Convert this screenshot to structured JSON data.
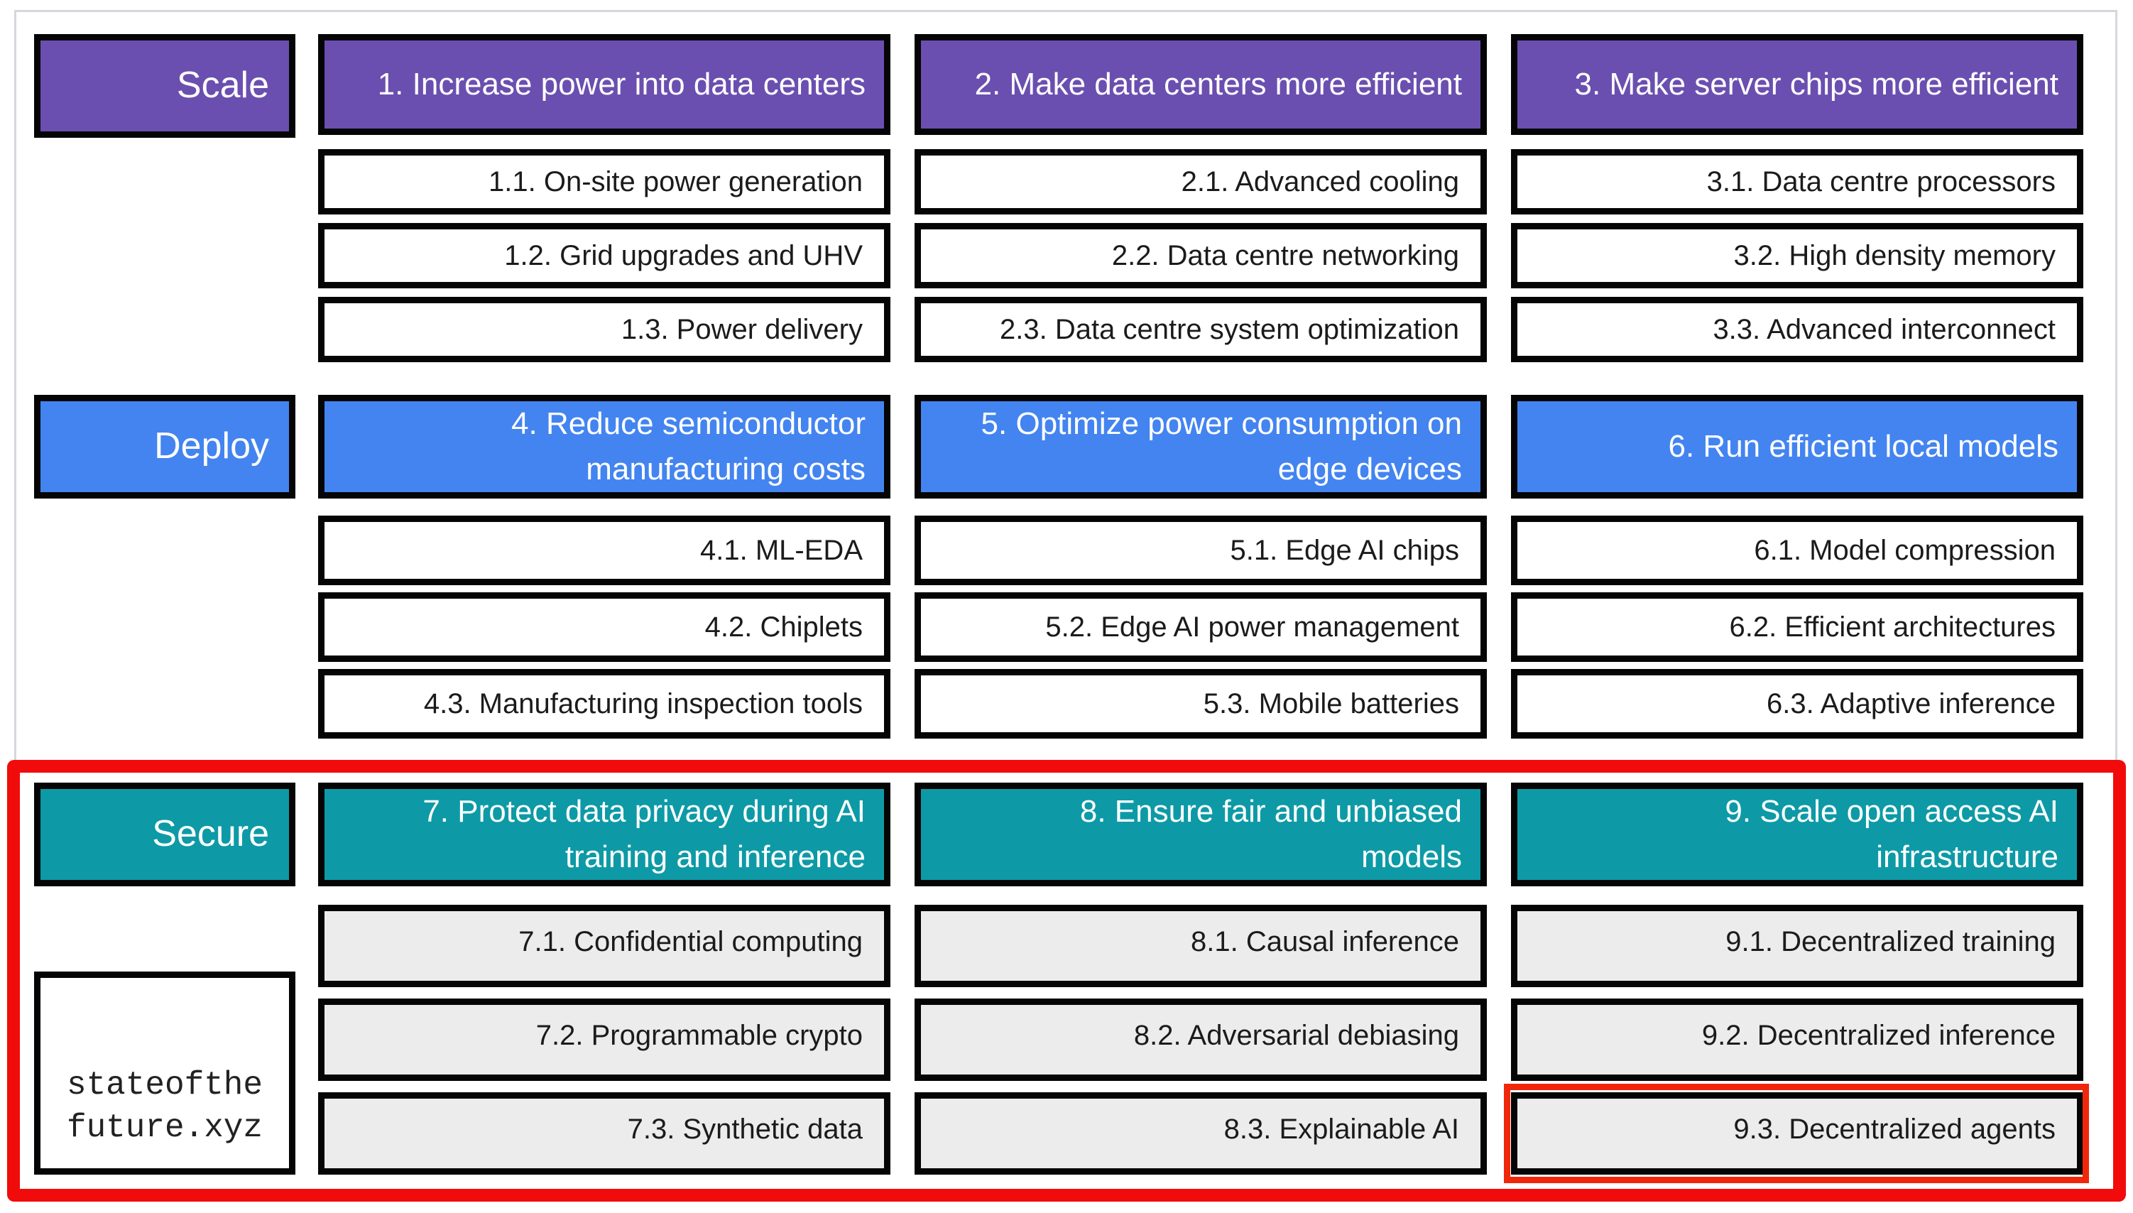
{
  "colors": {
    "scale": "#6a4fb0",
    "deploy": "#4384f0",
    "secure": "#0d9aa6",
    "highlight": "#f20b0b"
  },
  "rows": [
    {
      "label": "Scale",
      "color_key": "scale",
      "alt": false,
      "columns": [
        {
          "header": "1. Increase power into data centers",
          "items": [
            "1.1. On-site power generation",
            "1.2. Grid upgrades and UHV",
            "1.3. Power delivery"
          ]
        },
        {
          "header": "2. Make data centers more efficient",
          "items": [
            "2.1. Advanced cooling",
            "2.2. Data centre networking",
            "2.3. Data centre system optimization"
          ]
        },
        {
          "header": "3. Make server chips more efficient",
          "items": [
            "3.1. Data centre processors",
            "3.2. High density memory",
            "3.3. Advanced interconnect"
          ]
        }
      ]
    },
    {
      "label": "Deploy",
      "color_key": "deploy",
      "alt": false,
      "columns": [
        {
          "header": "4. Reduce semiconductor\nmanufacturing costs",
          "items": [
            "4.1. ML-EDA",
            "4.2. Chiplets",
            "4.3. Manufacturing inspection tools"
          ]
        },
        {
          "header": "5. Optimize power consumption on\nedge devices",
          "items": [
            "5.1. Edge AI chips",
            "5.2. Edge AI power management",
            "5.3. Mobile batteries"
          ]
        },
        {
          "header": "6. Run efficient local models",
          "items": [
            "6.1. Model compression",
            "6.2. Efficient architectures",
            "6.3. Adaptive inference"
          ]
        }
      ]
    },
    {
      "label": "Secure",
      "color_key": "secure",
      "alt": true,
      "columns": [
        {
          "header": "7. Protect data privacy during AI\ntraining and inference",
          "items": [
            "7.1. Confidential computing",
            "7.2. Programmable crypto",
            "7.3. Synthetic data"
          ]
        },
        {
          "header": "8.  Ensure fair and unbiased\nmodels",
          "items": [
            "8.1. Causal inference",
            "8.2. Adversarial debiasing",
            "8.3. Explainable AI"
          ]
        },
        {
          "header": "9.  Scale open access AI\ninfrastructure",
          "items": [
            "9.1. Decentralized training",
            "9.2. Decentralized inference",
            "9.3. Decentralized agents"
          ]
        }
      ]
    }
  ],
  "logo": {
    "text": "stateofthe\nfuture.xyz"
  }
}
